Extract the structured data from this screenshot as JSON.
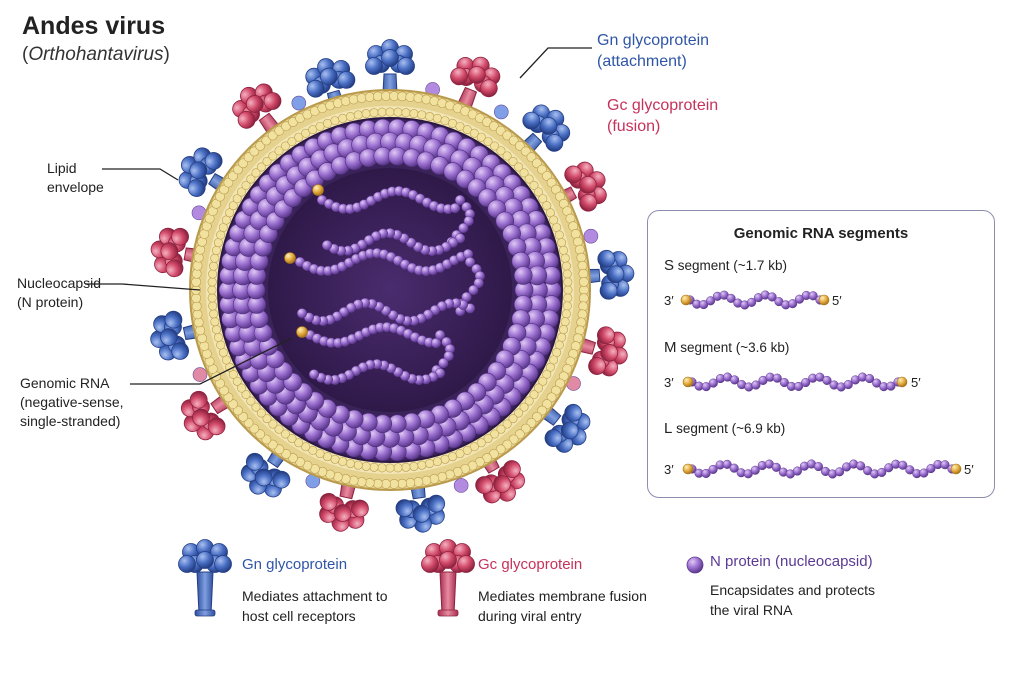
{
  "title": "Andes virus",
  "subtitle_genus": "Orthohantavirus",
  "labels": {
    "gn_line1": "Gn glycoprotein",
    "gn_line2": "(attachment)",
    "gc_line1": "Gc glycoprotein",
    "gc_line2": "(fusion)",
    "lipid_line1": "Lipid",
    "lipid_line2": "envelope",
    "nucleocapsid_line1": "Nucleocapsid",
    "nucleocapsid_line2": "(N protein)",
    "rna_line1": "Genomic RNA",
    "rna_line2": "(negative-sense,",
    "rna_line3": "single-stranded)"
  },
  "rna_panel": {
    "title": "Genomic RNA segments",
    "segments": [
      {
        "letter": "S",
        "label": " segment (~1.7 kb)",
        "end3": "3′",
        "end5": "5′"
      },
      {
        "letter": "M",
        "label": " segment (~3.6 kb)",
        "end3": "3′",
        "end5": "5′"
      },
      {
        "letter": "L",
        "label": " segment (~6.9 kb)",
        "end3": "3′",
        "end5": "5′"
      }
    ]
  },
  "legend": {
    "gn_title": "Gn glycoprotein",
    "gn_desc1": "Mediates attachment to",
    "gn_desc2": "host cell receptors",
    "gc_title": "Gc glycoprotein",
    "gc_desc1": "Mediates membrane fusion",
    "gc_desc2": "during viral entry",
    "n_title": "N protein (nucleocapsid)",
    "n_desc1": "Encapsidates and protects",
    "n_desc2": "the viral RNA"
  },
  "colors": {
    "gn_blue": "#4a6fc4",
    "gc_red": "#d24a6a",
    "envelope_gold": "#e6d28f",
    "capsid_purple": "#9a6fcf",
    "core_dark": "#3a2358",
    "rna_end_gold": "#e2a83a"
  }
}
